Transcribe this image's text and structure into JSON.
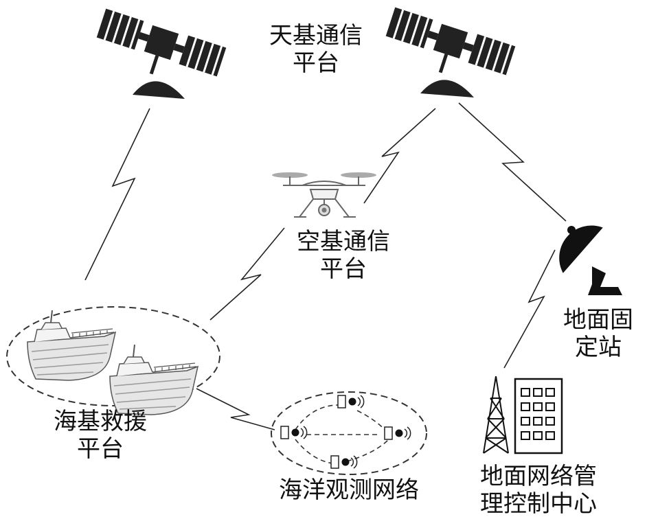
{
  "labels": {
    "space_platform": [
      "天基通信",
      "平台"
    ],
    "air_platform": [
      "空基通信",
      "平台"
    ],
    "sea_platform": [
      "海基救援",
      "平台"
    ],
    "ground_station": [
      "地面固",
      "定站"
    ],
    "ocean_network": [
      "海洋观测网络"
    ],
    "ground_center": [
      "地面网络管",
      "理控制中心"
    ]
  },
  "colors": {
    "ink": "#111111",
    "dash": "#333333",
    "hull": "#e6e6e6",
    "line": "#222222"
  },
  "icons": [
    "satellite-icon",
    "drone-icon",
    "ship-icon",
    "satellite-dish-icon",
    "radio-tower-icon",
    "building-icon",
    "sensor-node-icon",
    "wireless-link-icon"
  ]
}
